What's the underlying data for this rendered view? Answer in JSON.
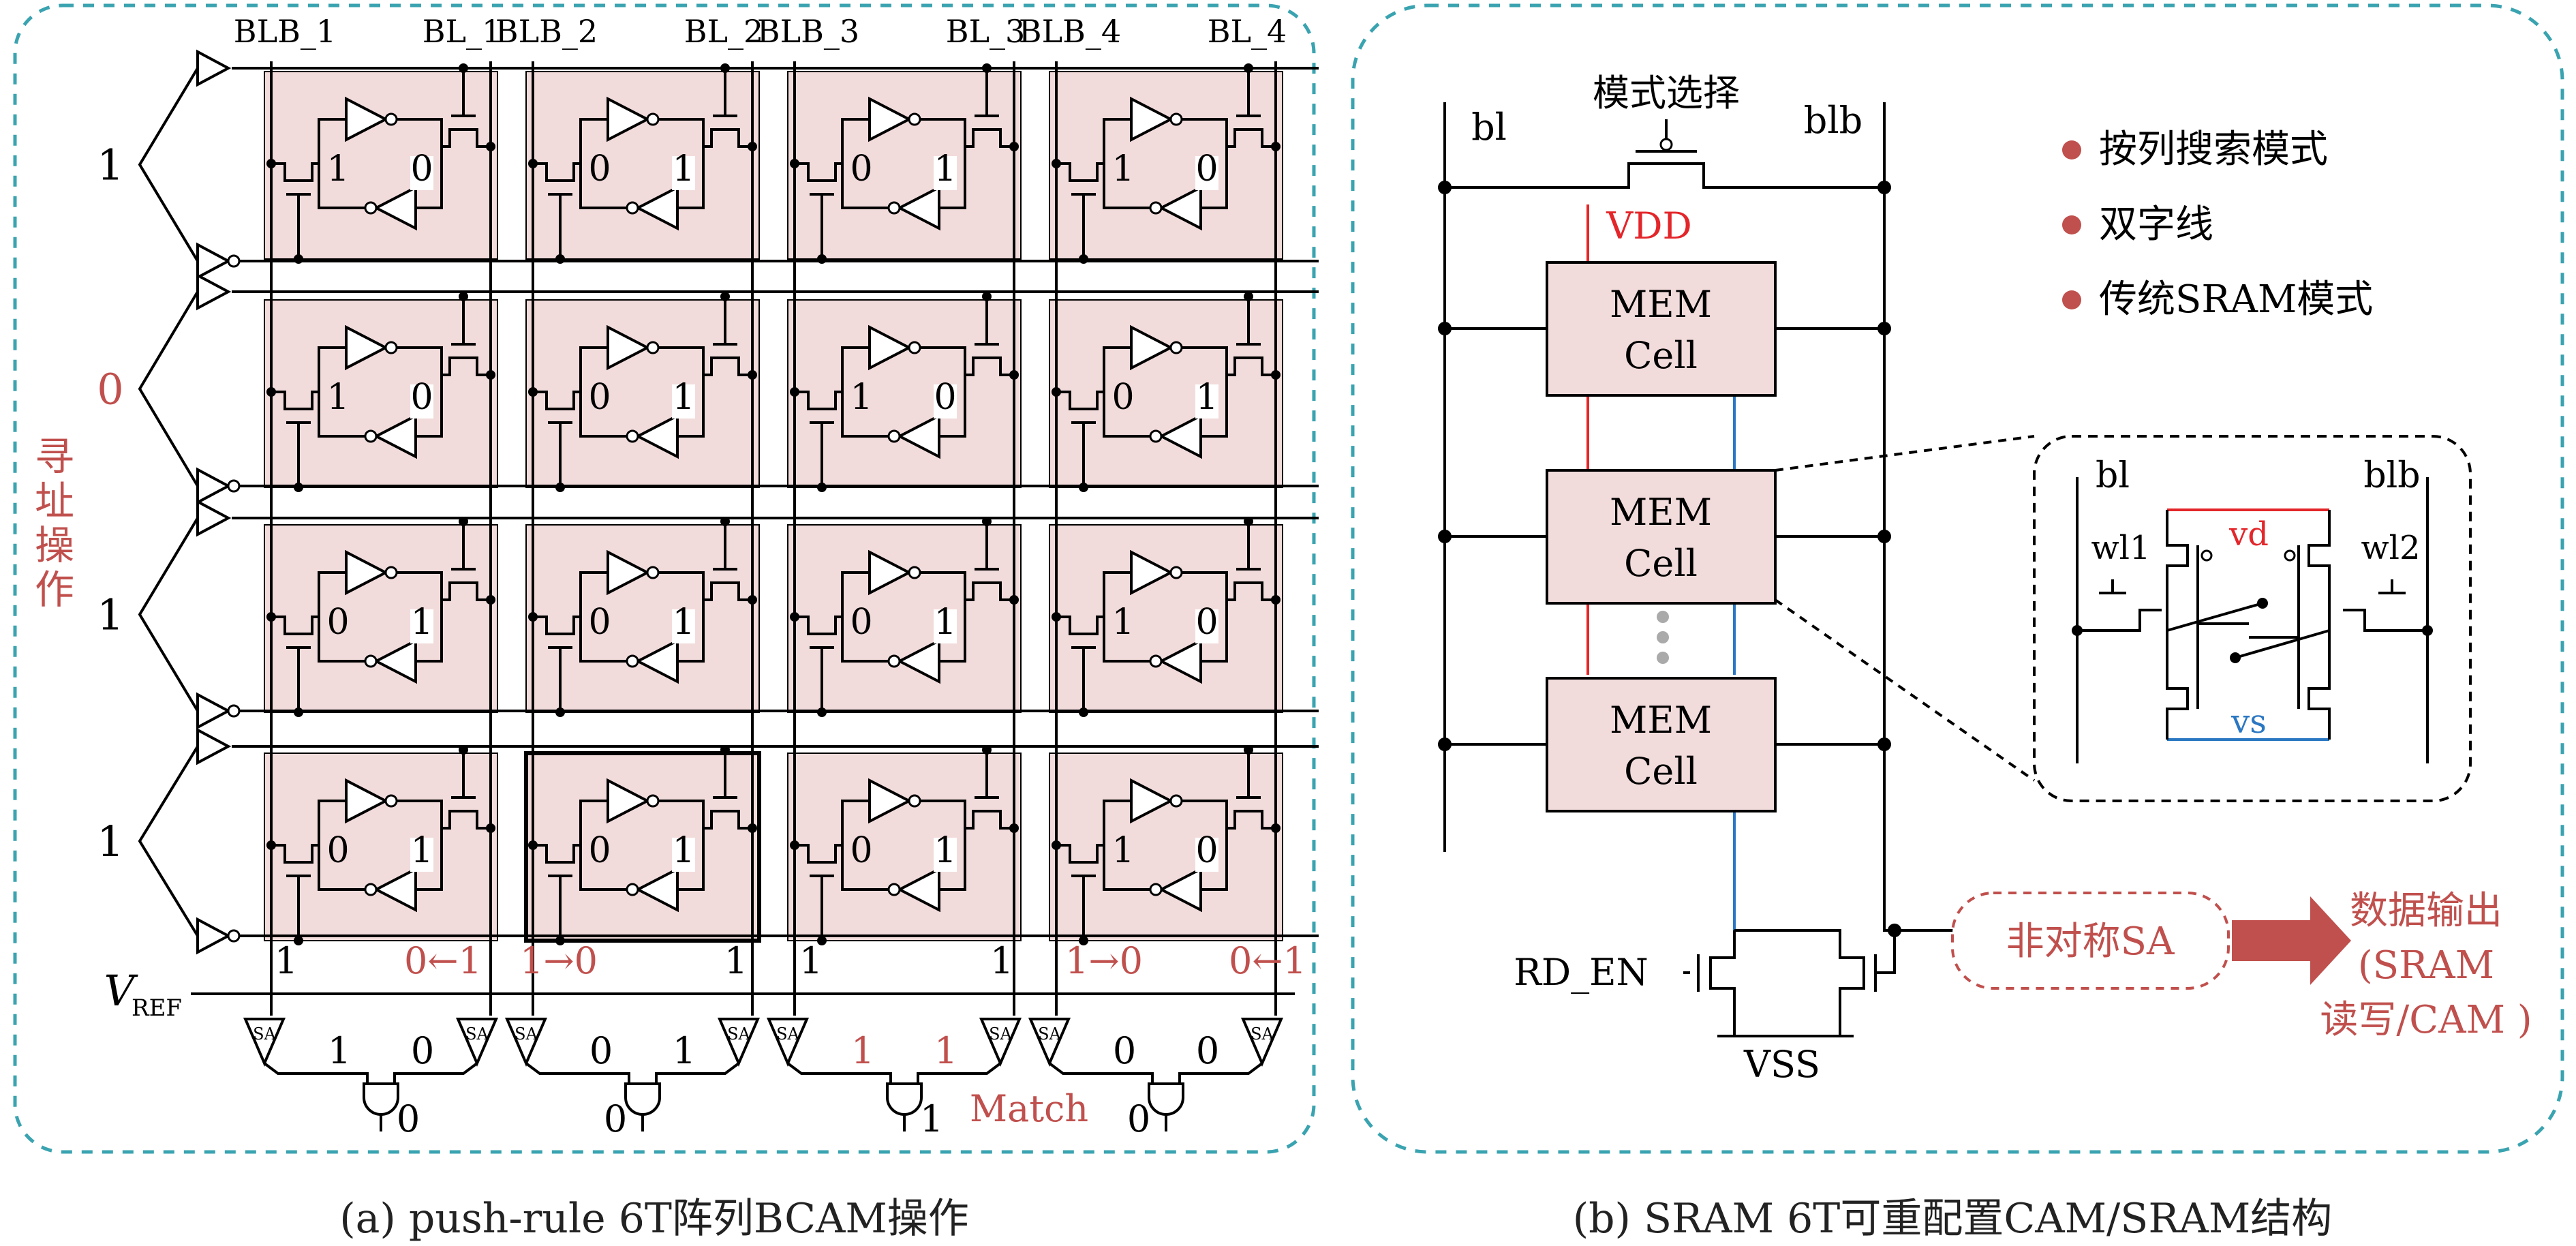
{
  "panel_a": {
    "col_labels": [
      "BLB_1",
      "BL_1",
      "BLB_2",
      "BL_2",
      "BLB_3",
      "BL_3",
      "BLB_4",
      "BL_4"
    ],
    "row_values": [
      "1",
      "0",
      "1",
      "1"
    ],
    "side_label": [
      "寻",
      "址",
      "操",
      "作"
    ],
    "cells": [
      [
        [
          "1",
          "0"
        ],
        [
          "0",
          "1"
        ],
        [
          "0",
          "1"
        ],
        [
          "1",
          "0"
        ]
      ],
      [
        [
          "1",
          "0"
        ],
        [
          "0",
          "1"
        ],
        [
          "1",
          "0"
        ],
        [
          "0",
          "1"
        ]
      ],
      [
        [
          "0",
          "1"
        ],
        [
          "0",
          "1"
        ],
        [
          "0",
          "1"
        ],
        [
          "1",
          "0"
        ]
      ],
      [
        [
          "0",
          "1"
        ],
        [
          "0",
          "1"
        ],
        [
          "0",
          "1"
        ],
        [
          "1",
          "0"
        ]
      ]
    ],
    "bl_values": [
      "1",
      "0←1",
      "1→0",
      "1",
      "1",
      "1",
      "1→0",
      "0←1"
    ],
    "vref_label": "V",
    "vref_sub": "REF",
    "sa_label": "SA",
    "sa_values": [
      "1",
      "0",
      "0",
      "1",
      "1",
      "1",
      "0",
      "0"
    ],
    "outputs": [
      "0",
      "0",
      "1",
      "0"
    ],
    "match_label": "Match"
  },
  "panel_b": {
    "mode_select": "模式选择",
    "bl": "bl",
    "blb": "blb",
    "vdd": "VDD",
    "mem_cell_line1": "MEM",
    "mem_cell_line2": "Cell",
    "features": [
      "按列搜索模式",
      "双字线",
      "传统SRAM模式"
    ],
    "rd_en": "RD_EN",
    "vss": "VSS",
    "sa_box": "非对称SA",
    "output_lines": [
      "数据输出",
      "(SRAM",
      "读写/CAM )"
    ],
    "zoom": {
      "bl": "bl",
      "blb": "blb",
      "wl1": "wl1",
      "wl2": "wl2",
      "vd": "vd",
      "vs": "vs"
    }
  },
  "captions": {
    "a": "(a) push-rule 6T阵列BCAM操作",
    "b": "(b) SRAM 6T可重配置CAM/SRAM结构"
  },
  "colors": {
    "red": "#c0504d",
    "bright_red": "#e3262a",
    "blue": "#2a77c2",
    "cell_fill": "#f2dcdb",
    "frame": "#3aa3b0",
    "dot": "#aaaaaa"
  }
}
